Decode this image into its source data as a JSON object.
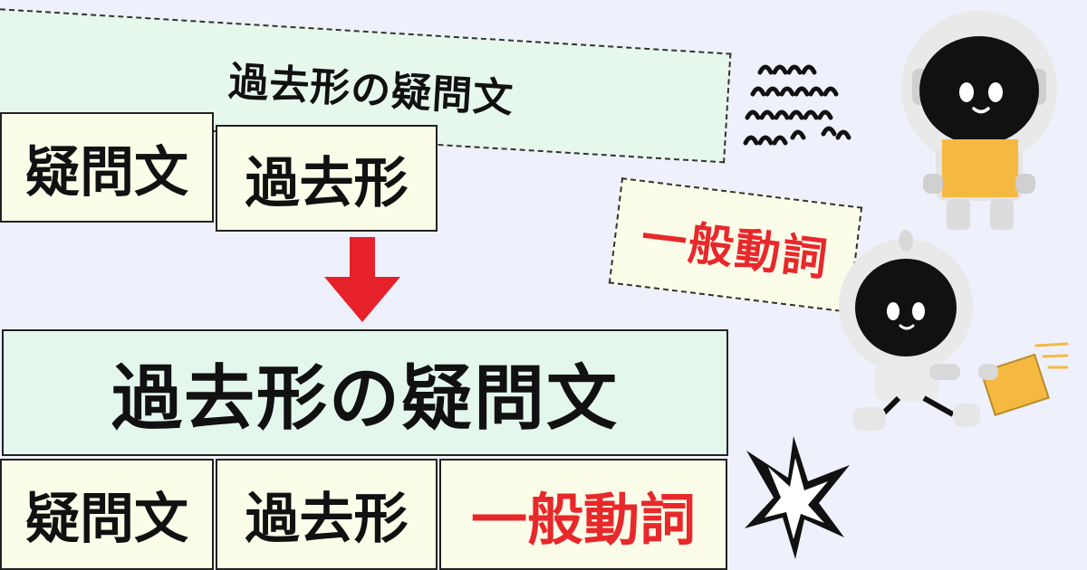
{
  "top_banner": {
    "text": "過去形の疑問文"
  },
  "left_boxes": {
    "box1": "疑問文",
    "box2": "過去形"
  },
  "main_box": {
    "text": "過去形の疑問文"
  },
  "bottom_boxes": {
    "box1": "疑問文",
    "box2": "過去形",
    "box3": "一般動詞"
  },
  "side_tag": {
    "text": "一般動詞"
  },
  "colors": {
    "accent_red": "#e8282b",
    "arrow_red": "#e6212a",
    "banner_green": "#e6f8ec",
    "box_cream": "#fbfde9",
    "robot_yellow": "#f5b942"
  },
  "icons": [
    "down-arrow-icon",
    "robot-holding-box-icon",
    "robot-running-icon",
    "scribble-lines-icon",
    "burst-icon",
    "speed-lines-icon"
  ]
}
